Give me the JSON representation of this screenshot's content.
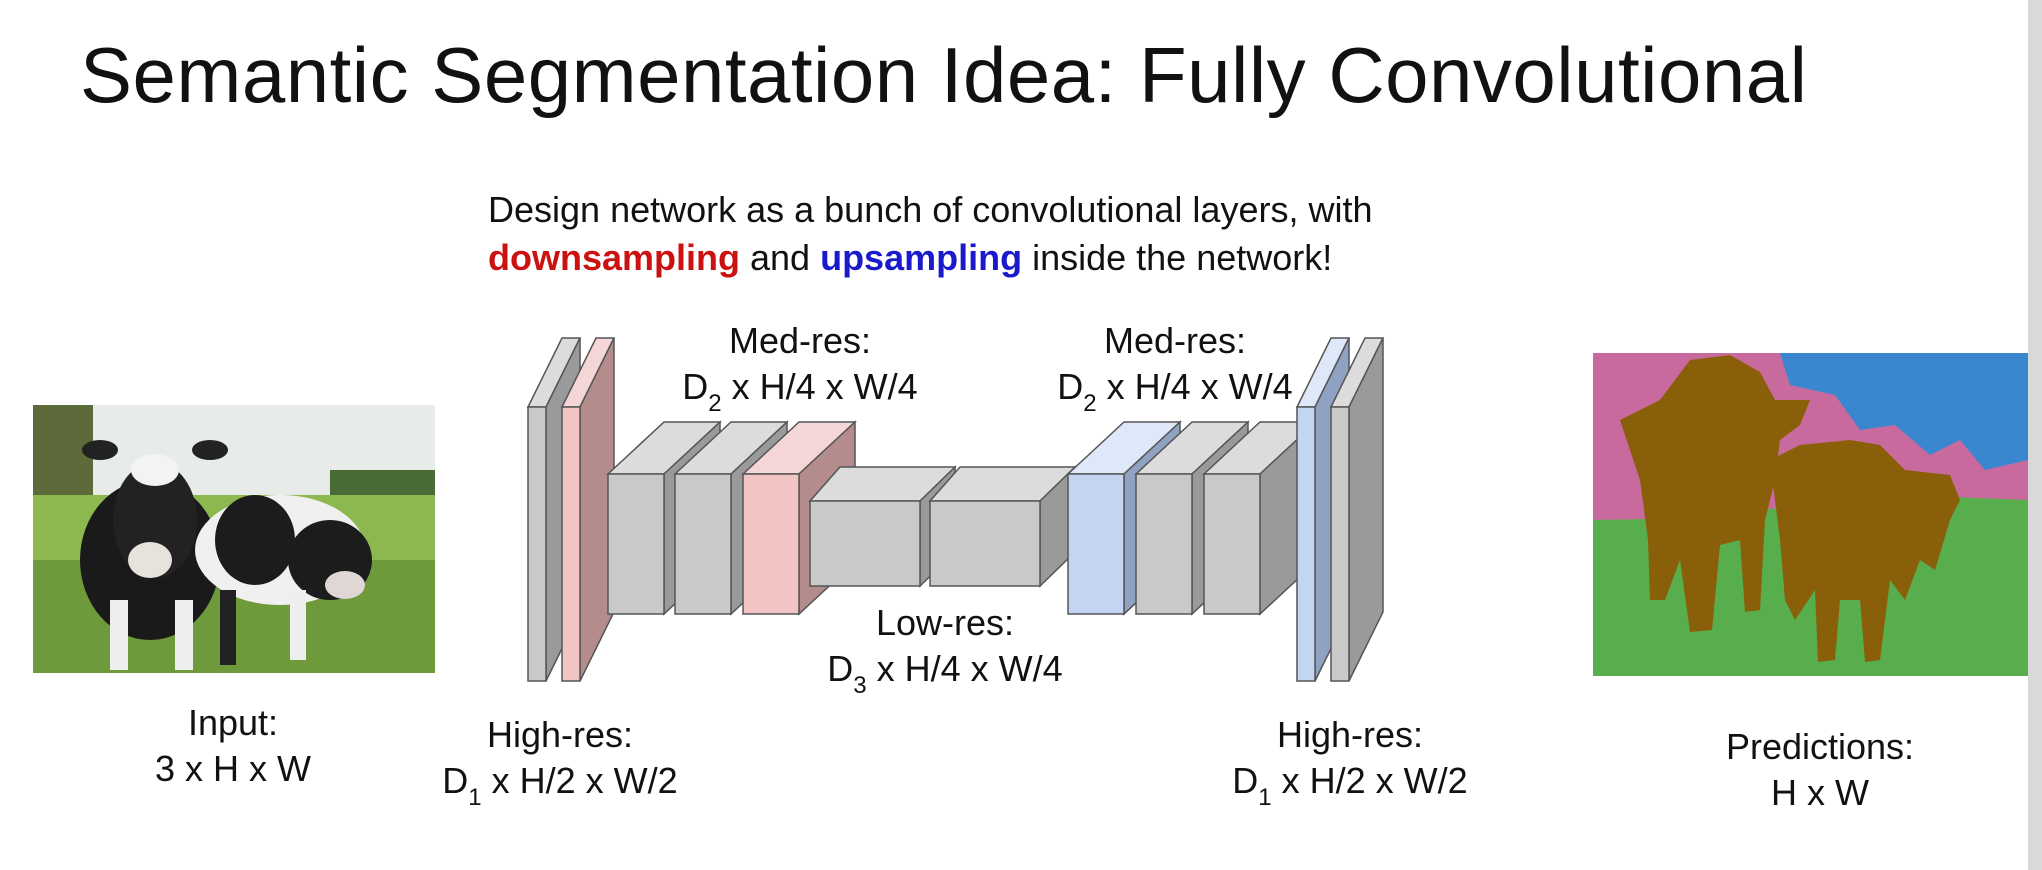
{
  "slide": {
    "title": "Semantic Segmentation Idea: Fully Convolutional",
    "subtitle_line1": "Design network as a bunch of convolutional layers, with",
    "subtitle_down": "downsampling",
    "subtitle_and": " and ",
    "subtitle_up": "upsampling",
    "subtitle_rest": " inside the network!"
  },
  "labels": {
    "input_title": "Input:",
    "input_dims": "3 x H x W",
    "high_res_title": "High-res:",
    "high_res_prefix": "D",
    "high_res_sub": "1",
    "high_res_dims": " x H/2 x W/2",
    "med_res_title": "Med-res:",
    "med_res_prefix": "D",
    "med_res_sub": "2",
    "med_res_dims": " x H/4 x W/4",
    "low_res_title": "Low-res:",
    "low_res_prefix": "D",
    "low_res_sub": "3",
    "low_res_dims": " x H/4 x W/4",
    "predictions_title": "Predictions:",
    "predictions_dims": "H x W"
  },
  "colors": {
    "gray_face": "#c9c9c9",
    "pink_face": "#f2c4c4",
    "blue_face": "#c3d5f3",
    "down_text": "#cc1111",
    "up_text": "#1a1acc",
    "seg_pink": "#c96a9e",
    "seg_blue": "#3a86cf",
    "seg_green": "#58ad4c",
    "seg_cow": "#8a5f0a"
  }
}
